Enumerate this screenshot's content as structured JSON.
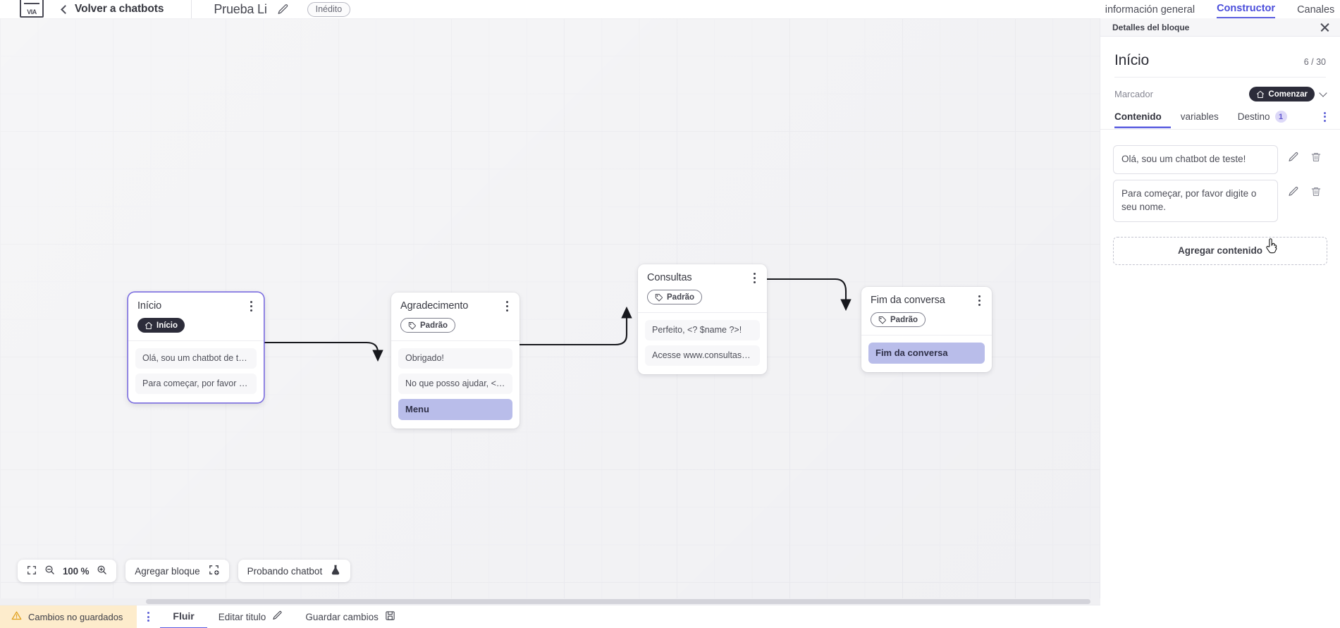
{
  "topbar": {
    "logo_text": "VIA",
    "back_label": "Volver a chatbots",
    "bot_name": "Prueba Li",
    "status_badge": "Inédito",
    "edit_icon": "pencil-icon",
    "back_icon": "chevron-left-icon"
  },
  "right_tabs": [
    {
      "label": "información general",
      "active": false
    },
    {
      "label": "Constructor",
      "active": true
    },
    {
      "label": "Canales",
      "active": false
    }
  ],
  "canvas": {
    "zoom_level": "100 %",
    "fit_icon": "fit-screen-icon",
    "zoom_out_icon": "zoom-out-icon",
    "zoom_in_icon": "zoom-in-icon",
    "add_block_label": "Agregar bloque",
    "add_block_icon": "add-block-icon",
    "test_chatbot_label": "Probando chatbot",
    "test_chatbot_icon": "flask-icon",
    "nodes": [
      {
        "id": "inicio",
        "title": "Início",
        "chip": {
          "label": "Início",
          "style": "dark",
          "icon": "home-icon"
        },
        "selected": true,
        "messages": [
          {
            "text": "Olá, sou um chatbot de teste!",
            "highlight": false
          },
          {
            "text": "Para começar, por favor digite o ...",
            "highlight": false
          }
        ]
      },
      {
        "id": "agradecimento",
        "title": "Agradecimento",
        "chip": {
          "label": "Padrão",
          "style": "outline",
          "icon": "tag-icon"
        },
        "selected": false,
        "messages": [
          {
            "text": "Obrigado!",
            "highlight": false
          },
          {
            "text": "No que posso ajudar, <? $name ...",
            "highlight": false
          },
          {
            "text": "Menu",
            "highlight": true
          }
        ]
      },
      {
        "id": "consultas",
        "title": "Consultas",
        "chip": {
          "label": "Padrão",
          "style": "outline",
          "icon": "tag-icon"
        },
        "selected": false,
        "messages": [
          {
            "text": "Perfeito, <? $name ?>!",
            "highlight": false
          },
          {
            "text": "Acesse www.consultas.com par...",
            "highlight": false
          }
        ]
      },
      {
        "id": "fim",
        "title": "Fim da conversa",
        "chip": {
          "label": "Padrão",
          "style": "outline",
          "icon": "tag-icon"
        },
        "selected": false,
        "messages": [
          {
            "text": "Fim da conversa",
            "highlight": true
          }
        ]
      }
    ]
  },
  "statusbar": {
    "unsaved_label": "Cambios no guardados",
    "warning_icon": "warning-triangle-icon",
    "kebab_icon": "more-vertical-icon",
    "flow_tab": "Fluir",
    "edit_title_label": "Editar titulo",
    "edit_title_icon": "pencil-icon",
    "save_label": "Guardar cambios",
    "save_icon": "save-disk-icon"
  },
  "panel": {
    "header_title": "Detalles del bloque",
    "close_icon": "close-icon",
    "block_title": "Início",
    "counter": "6 / 30",
    "marker_label": "Marcador",
    "marker_value": "Comenzar",
    "marker_icon": "home-icon",
    "marker_chevron_icon": "chevron-down-icon",
    "tabs": [
      {
        "label": "Contenido",
        "active": true,
        "badge": null
      },
      {
        "label": "variables",
        "active": false,
        "badge": null
      },
      {
        "label": "Destino",
        "active": false,
        "badge": "1"
      }
    ],
    "tabs_kebab_icon": "more-vertical-icon",
    "contents": [
      {
        "text": "Olá, sou um chatbot de teste!",
        "edit_icon": "pencil-icon",
        "delete_icon": "trash-icon"
      },
      {
        "text": "Para começar, por favor digite o seu nome.",
        "edit_icon": "pencil-icon",
        "delete_icon": "trash-icon"
      }
    ],
    "add_content_label": "Agregar contenido"
  },
  "colors": {
    "accent": "#5b5ee0",
    "chip_dark": "#2c2c3a",
    "highlight_msg": "#b9bdea",
    "warning_bg": "#fdeccc",
    "canvas_bg": "#eeeef1"
  }
}
